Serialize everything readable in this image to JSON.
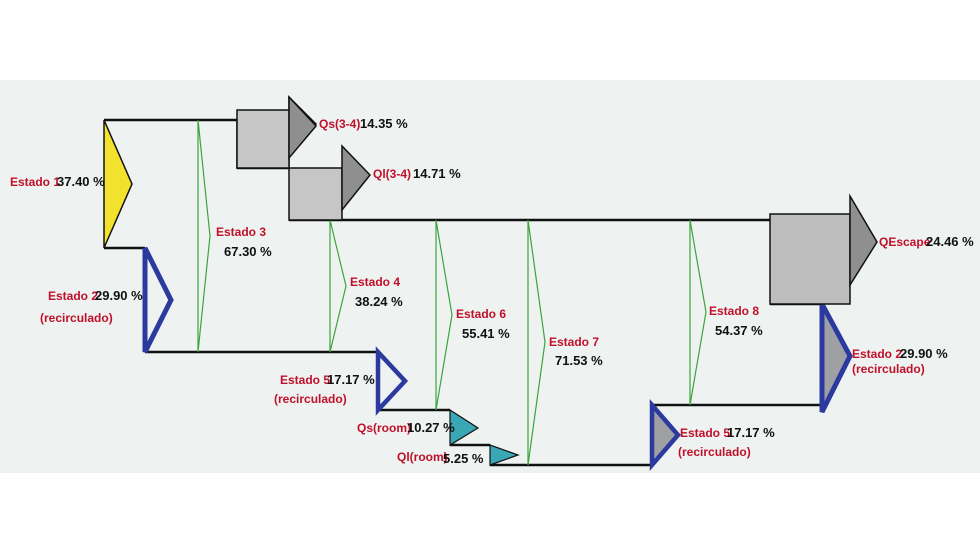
{
  "colors": {
    "panel_background": "#eef2f1",
    "flow_line": "#111111",
    "state_divider": "#3aa53a",
    "estado1_fill": "#f2e22e",
    "recirculated_outline": "#2c3aa0",
    "loss_arrow_fill": "#b7b7b7",
    "room_loss_fill": "#3aa7b5",
    "label_red": "#c0102a",
    "value_black": "#111111"
  },
  "labels": {
    "estado1": {
      "name": "Estado 1",
      "value": "37.40 %"
    },
    "estado2_in": {
      "name": "Estado 2",
      "value": "29.90 %",
      "note": "(recirculado)"
    },
    "estado3": {
      "name": "Estado 3",
      "value": "67.30 %"
    },
    "estado4": {
      "name": "Estado 4",
      "value": "38.24 %"
    },
    "estado5_mid": {
      "name": "Estado 5",
      "value": "17.17 %",
      "note": "(recirculado)"
    },
    "estado6": {
      "name": "Estado 6",
      "value": "55.41 %"
    },
    "estado7": {
      "name": "Estado 7",
      "value": "71.53 %"
    },
    "estado8": {
      "name": "Estado 8",
      "value": "54.37 %"
    },
    "estado5_out": {
      "name": "Estado 5",
      "value": "17.17 %",
      "note": "(recirculado)"
    },
    "estado2_out": {
      "name": "Estado 2",
      "value": "29.90 %",
      "note": "(recirculado)"
    },
    "qs34": {
      "name": "Qs(3-4)",
      "value": "14.35 %"
    },
    "ql34": {
      "name": "Ql(3-4)",
      "value": "14.71 %"
    },
    "qescape": {
      "name": "QEscape",
      "value": "24.46 %"
    },
    "qsroom": {
      "name": "Qs(room)",
      "value": "10.27 %"
    },
    "qlroom": {
      "name": "Ql(room)",
      "value": "5.25 %"
    }
  }
}
